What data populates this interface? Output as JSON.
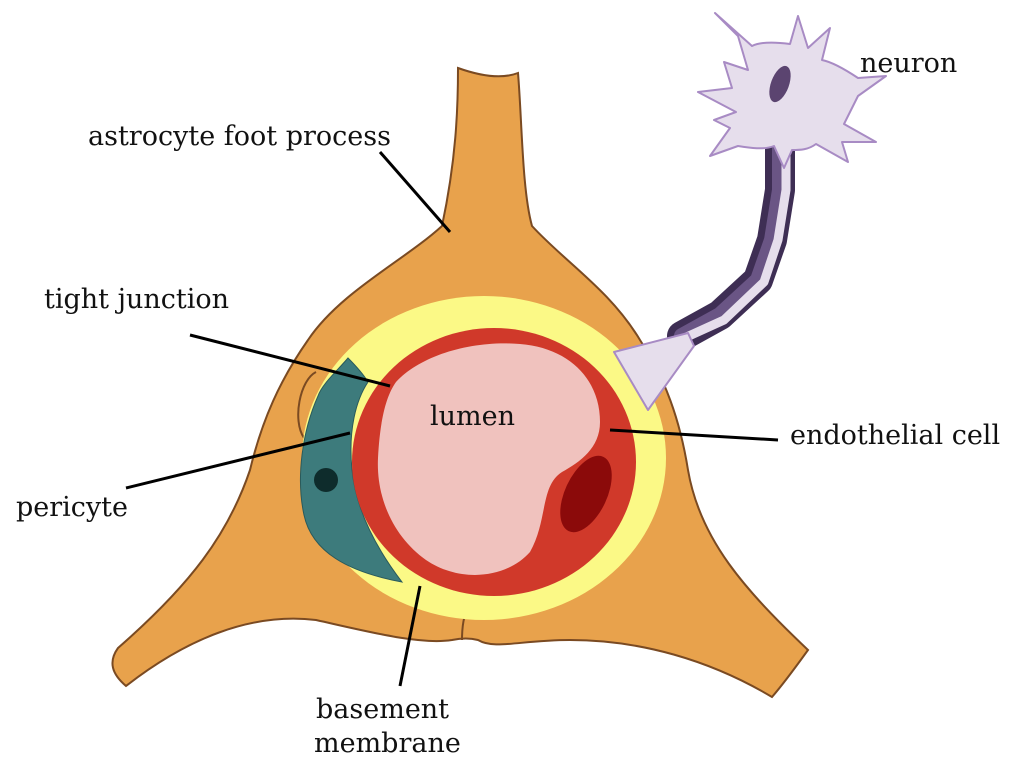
{
  "labels": {
    "astrocyte": "astrocyte foot process",
    "neuron": "neuron",
    "tight_junction": "tight junction",
    "lumen": "lumen",
    "endothelial": "endothelial cell",
    "pericyte": "pericyte",
    "basement_line1": "basement",
    "basement_line2": "membrane"
  },
  "colors": {
    "astrocyte_fill": "#E8A24C",
    "astrocyte_outline": "#7A4A22",
    "basement_membrane": "#FBF986",
    "endothelial": "#D0392A",
    "lumen": "#F0C2BE",
    "endothelial_nucleus": "#8B0A0A",
    "pericyte": "#3D7B7C",
    "pericyte_nucleus": "#0E2C2C",
    "neuron_fill": "#E6DEEC",
    "neuron_outline": "#A88BC4",
    "myelin": "#3E2E54"
  }
}
